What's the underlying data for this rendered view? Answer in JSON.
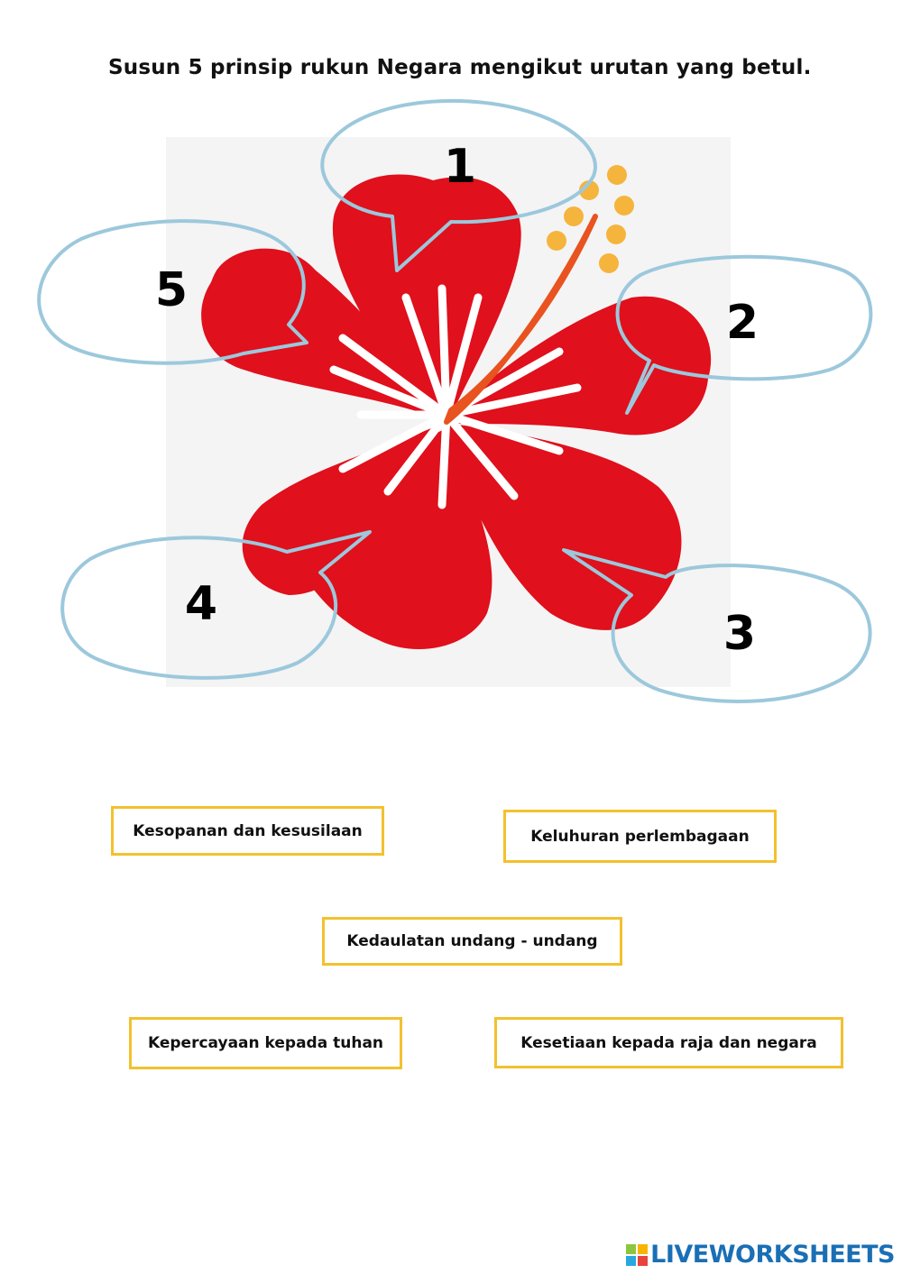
{
  "instruction": "Susun 5 prinsip rukun Negara mengikut urutan yang betul.",
  "slots": [
    {
      "number": "1"
    },
    {
      "number": "2"
    },
    {
      "number": "3"
    },
    {
      "number": "4"
    },
    {
      "number": "5"
    }
  ],
  "cards": [
    {
      "label": "Kesopanan dan kesusilaan"
    },
    {
      "label": "Keluhuran perlembagaan"
    },
    {
      "label": "Kedaulatan undang - undang"
    },
    {
      "label": "Kepercayaan kepada tuhan"
    },
    {
      "label": "Kesetiaan kepada raja dan negara"
    }
  ],
  "footer": {
    "brand": "LIVEWORKSHEETS"
  },
  "colors": {
    "petal": "#e0101c",
    "stamen": "#e8531f",
    "pollen": "#f5b43c",
    "bubble_outline": "#9cc8dc",
    "card_border": "#f2c12e",
    "background_square": "#f4f4f4",
    "brand": "#1a6fb5"
  }
}
